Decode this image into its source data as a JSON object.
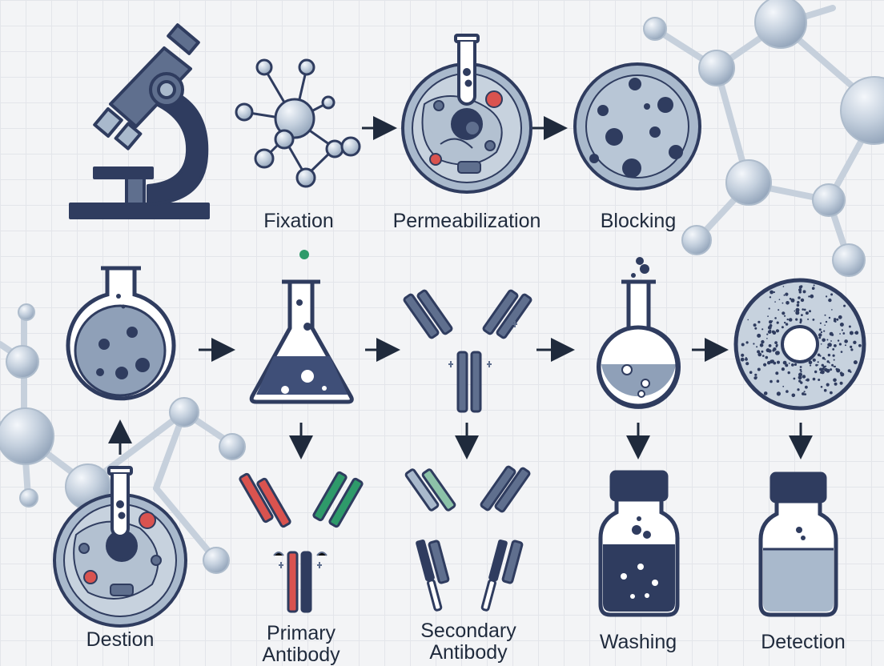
{
  "labels": {
    "fixation": "Fixation",
    "permeabilization": "Permeabilization",
    "blocking": "Blocking",
    "destion": "Destion",
    "primary_line1": "Primary",
    "primary_line2": "Antibody",
    "secondary_line1": "Secondary",
    "secondary_line2": "Antibody",
    "washing": "Washing",
    "detection": "Detection"
  },
  "colors": {
    "navy": "#2f3c5f",
    "slate": "#5f6f8e",
    "light_blue": "#a9b9cc",
    "red": "#d9534f",
    "green": "#2e9a6a",
    "background": "#f3f4f6"
  },
  "icons": [
    "microscope-icon",
    "molecule-icon",
    "cell-petri-dish-icon",
    "petri-dish-icon",
    "round-flask-icon",
    "erlenmeyer-flask-icon",
    "antibody-icon",
    "volumetric-flask-icon",
    "dotted-disc-icon",
    "jar-icon"
  ]
}
